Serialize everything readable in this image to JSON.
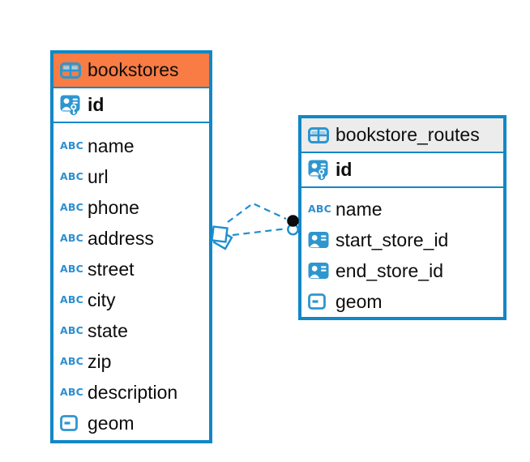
{
  "icons": {
    "text_type_label": "ABC"
  },
  "colors": {
    "table_border": "#1287C6",
    "bookstores_header": "#F87C43",
    "routes_header": "#ECECEC",
    "icon_blue": "#2E96CF",
    "icon_cell_light": "#9AD1EE",
    "relationship_blue": "#1E8FD0",
    "text": "#0d0d0d",
    "background": "#ffffff"
  },
  "tables": [
    {
      "title": "bookstores",
      "primary_key": "id",
      "fields": [
        {
          "name": "name",
          "type": "text"
        },
        {
          "name": "url",
          "type": "text"
        },
        {
          "name": "phone",
          "type": "text"
        },
        {
          "name": "address",
          "type": "text"
        },
        {
          "name": "street",
          "type": "text"
        },
        {
          "name": "city",
          "type": "text"
        },
        {
          "name": "state",
          "type": "text"
        },
        {
          "name": "zip",
          "type": "text"
        },
        {
          "name": "description",
          "type": "text"
        },
        {
          "name": "geom",
          "type": "geometry"
        }
      ]
    },
    {
      "title": "bookstore_routes",
      "primary_key": "id",
      "fields": [
        {
          "name": "name",
          "type": "text"
        },
        {
          "name": "start_store_id",
          "type": "reference"
        },
        {
          "name": "end_store_id",
          "type": "reference"
        },
        {
          "name": "geom",
          "type": "geometry"
        }
      ]
    }
  ],
  "relationship": {
    "line_style": "dashed",
    "from_table": "bookstores",
    "to_table": "bookstore_routes"
  }
}
